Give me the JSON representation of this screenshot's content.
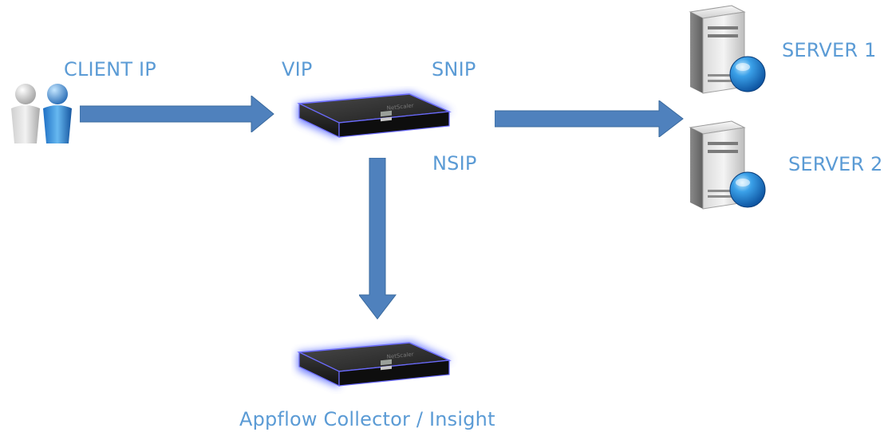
{
  "labels": {
    "client_ip": "CLIENT IP",
    "vip": "VIP",
    "snip": "SNIP",
    "nsip": "NSIP",
    "server1": "SERVER 1",
    "server2": "SERVER 2",
    "collector": "Appflow Collector / Insight"
  },
  "colors": {
    "label": "#5b9bd5",
    "arrow": "#4f81bd",
    "arrow_stroke": "#3a6a9e",
    "appliance_glow": "#4a5cff"
  },
  "icons": {
    "client": "users-icon",
    "appliance": "netscaler-appliance-icon",
    "server": "server-globe-icon"
  }
}
